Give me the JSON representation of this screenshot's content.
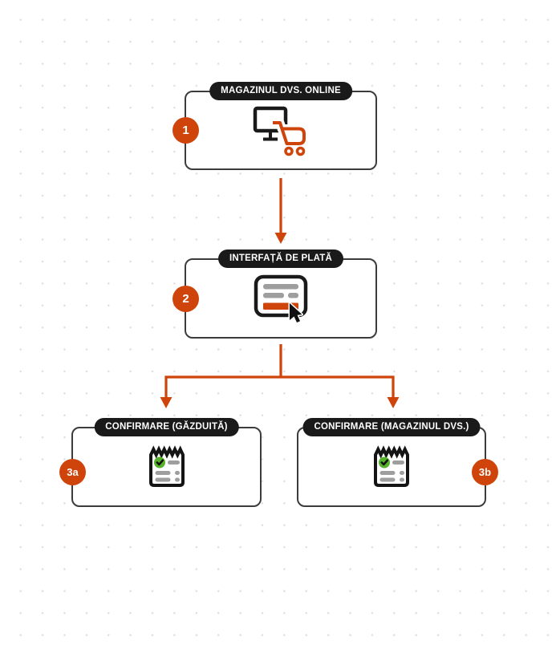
{
  "colors": {
    "accent_orange": "#ce440b",
    "badge_black": "#1a1a1a",
    "box_border_gray": "#3c3c3c",
    "bar_gray": "#9e9e9e",
    "check_green": "#56b22a",
    "dot_grid_gray": "#e0e0e0"
  },
  "nodes": [
    {
      "step": "1",
      "label": "MAGAZINUL DVS. ONLINE",
      "icon": "monitor-cart-icon"
    },
    {
      "step": "2",
      "label": "INTERFAȚĂ DE PLATĂ",
      "icon": "payment-form-cursor-icon"
    },
    {
      "step": "3a",
      "label": "CONFIRMARE (GĂZDUITĂ)",
      "icon": "receipt-check-icon"
    },
    {
      "step": "3b",
      "label": "CONFIRMARE (MAGAZINUL DVS.)",
      "icon": "receipt-check-icon"
    }
  ]
}
